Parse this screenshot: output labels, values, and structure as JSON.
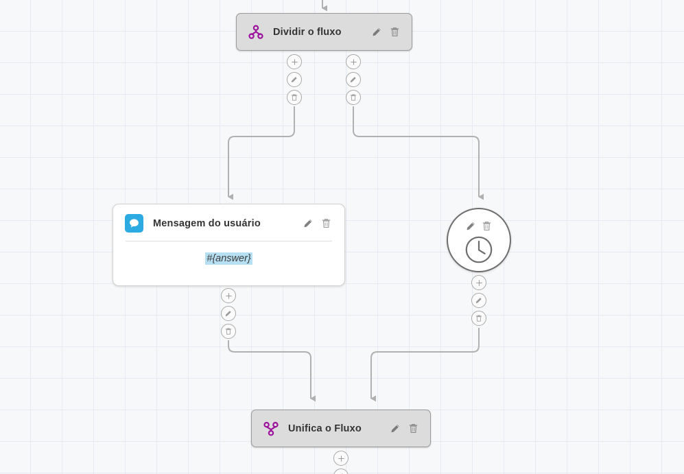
{
  "canvas": {
    "background_color": "#f7f8f9",
    "grid_line_color": "#e6eaf2",
    "edge_color": "#b0b0b0"
  },
  "colors": {
    "split_icon_purple": "#9c0f9c",
    "merge_icon_purple": "#9c0f9c",
    "chat_icon_blue": "#2cabe3",
    "variable_highlight": "#b6e0f2",
    "node_grey": "#dcdcdc",
    "node_border": "#9a9a9a"
  },
  "nodes": [
    {
      "id": "split",
      "type": "split-flow",
      "title": "Dividir o fluxo",
      "icon": "split-flow-icon",
      "actions": [
        {
          "name": "edit-icon",
          "label": "Editar"
        },
        {
          "name": "delete-icon",
          "label": "Excluir"
        }
      ]
    },
    {
      "id": "user-message",
      "type": "user-message",
      "title": "Mensagem do usuário",
      "icon": "chat-bubble-icon",
      "body_text": "#{answer}",
      "actions": [
        {
          "name": "edit-icon",
          "label": "Editar"
        },
        {
          "name": "delete-icon",
          "label": "Excluir"
        }
      ]
    },
    {
      "id": "delay",
      "type": "delay",
      "title": "",
      "icon": "clock-icon",
      "actions": [
        {
          "name": "edit-icon",
          "label": "Editar"
        },
        {
          "name": "delete-icon",
          "label": "Excluir"
        }
      ]
    },
    {
      "id": "merge",
      "type": "merge-flow",
      "title": "Unifica o Fluxo",
      "icon": "merge-flow-icon",
      "actions": [
        {
          "name": "edit-icon",
          "label": "Editar"
        },
        {
          "name": "delete-icon",
          "label": "Excluir"
        }
      ]
    }
  ],
  "connector_buttons": {
    "add": {
      "name": "add-icon",
      "glyph": "+"
    },
    "edit": {
      "name": "edit-icon",
      "glyph": "pencil"
    },
    "delete": {
      "name": "delete-icon",
      "glyph": "trash"
    }
  },
  "connector_stacks": [
    {
      "id": "split-out-left",
      "owner": "split"
    },
    {
      "id": "split-out-right",
      "owner": "split"
    },
    {
      "id": "message-out",
      "owner": "user-message"
    },
    {
      "id": "delay-out",
      "owner": "delay"
    },
    {
      "id": "merge-out",
      "owner": "merge"
    }
  ]
}
